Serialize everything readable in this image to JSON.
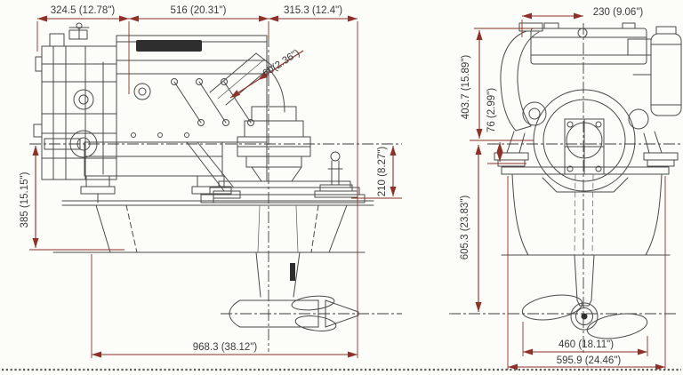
{
  "colors": {
    "dimension_accent": "#8e3129",
    "drawing_lines": "#4a4a4a",
    "background": "#fcfcf8"
  },
  "views": {
    "side": {
      "label": "side-elevation-saildrive-engine",
      "dimensions": {
        "top_front": "324.5 (12.78\")",
        "top_middle": "516 (20.31\")",
        "top_aft": "315.3 (12.4\")",
        "exhaust_outlet": "60(2.36\")",
        "crank_to_hull": "385 (15.15\")",
        "crank_to_bed": "210 (8.27\")",
        "overall_length": "968.3 (38.12\")"
      }
    },
    "front": {
      "label": "front-elevation-saildrive-engine",
      "dimensions": {
        "exhaust_to_center": "230 (9.06\")",
        "height_above_mounts": "403.7 (15.89\")",
        "mount_to_flange": "76 (2.99\")",
        "flange_to_prop_center": "605.3 (23.83\")",
        "propeller_diameter": "460 (18.11\")",
        "overall_width": "595.9 (24.46\")"
      }
    }
  }
}
